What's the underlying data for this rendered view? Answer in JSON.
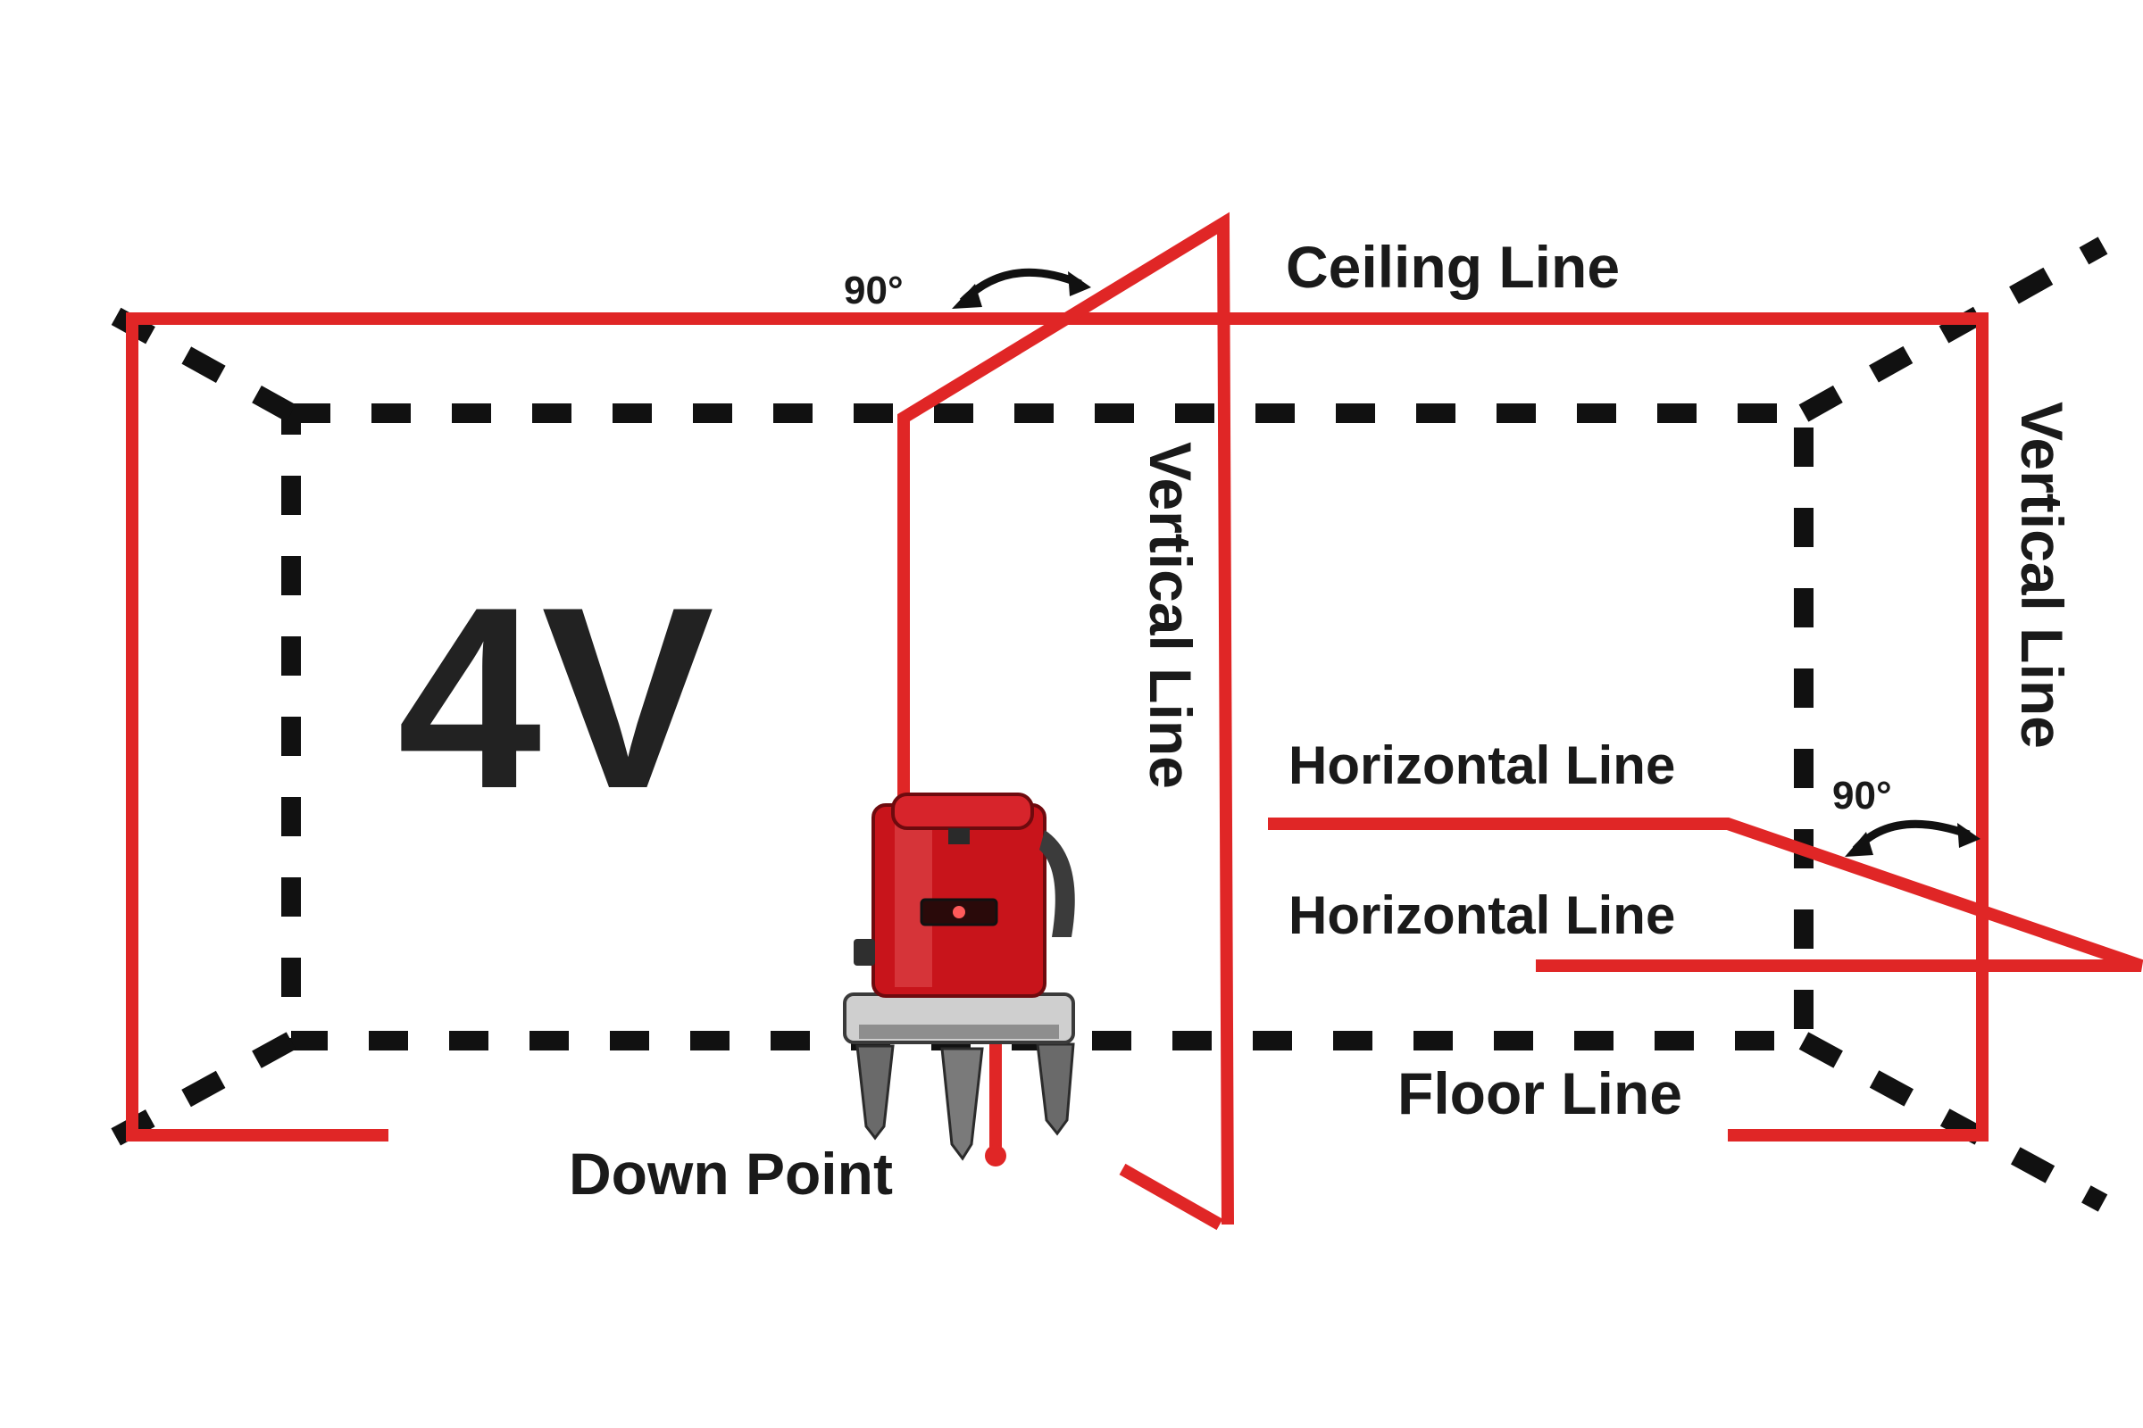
{
  "diagram": {
    "model_label": "4V",
    "labels": {
      "ceiling": "Ceiling Line",
      "vertical_center": "Vertical Line",
      "vertical_right": "Vertical Line",
      "horizontal_upper": "Horizontal Line",
      "horizontal_lower": "Horizontal Line",
      "floor": "Floor Line",
      "down_point": "Down Point"
    },
    "angles": {
      "top": "90°",
      "right": "90°"
    },
    "colors": {
      "laser": "#e02626",
      "room_dash": "#111111",
      "device_body": "#c8141b"
    }
  }
}
